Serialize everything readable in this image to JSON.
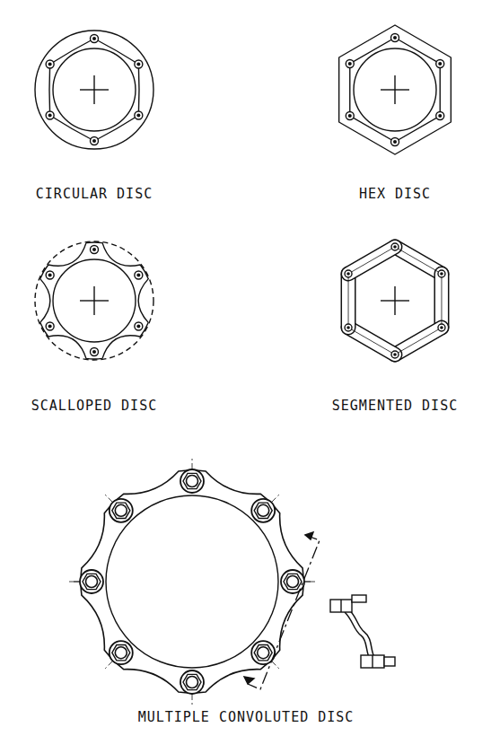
{
  "diagram": {
    "labels": [
      "CIRCULAR DISC",
      "HEX DISC",
      "SCALLOPED DISC",
      "SEGMENTED DISC",
      "MULTIPLE CONVOLUTED DISC"
    ]
  }
}
